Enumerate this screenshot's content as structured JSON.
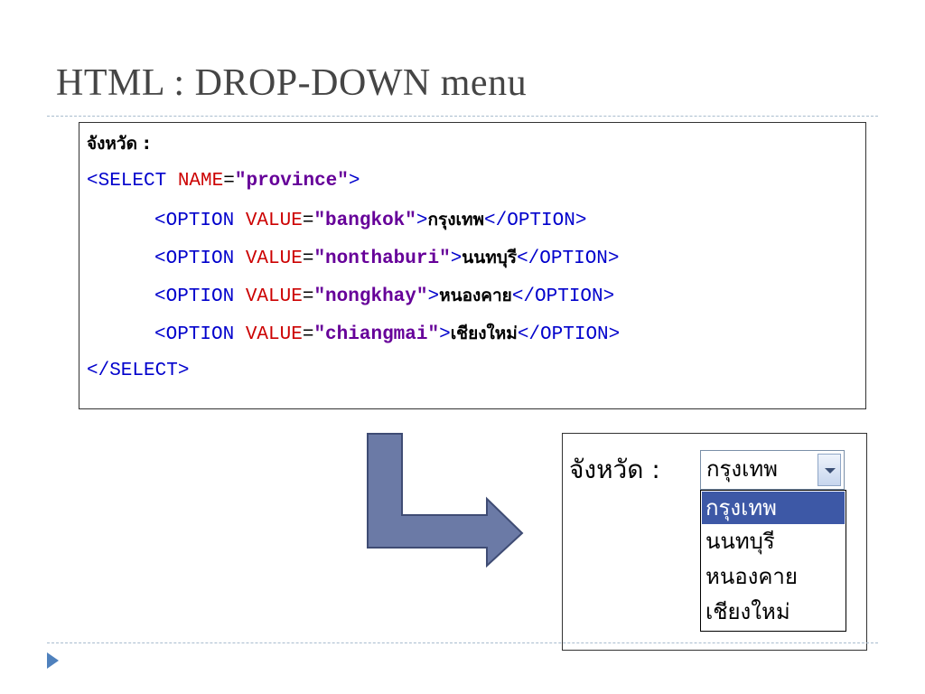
{
  "slide": {
    "title": "HTML : DROP-DOWN menu"
  },
  "code": {
    "label_line": "จังหวัด :",
    "select_open": {
      "tag": "<SELECT ",
      "attr": "NAME",
      "eq": "=",
      "value": "\"province\"",
      "close": ">"
    },
    "options": [
      {
        "tag": "<OPTION ",
        "attr": "VALUE",
        "eq": "=",
        "value": "\"bangkok\"",
        "gt": ">",
        "text": "กรุงเทพ",
        "close": "</OPTION>"
      },
      {
        "tag": "<OPTION ",
        "attr": "VALUE",
        "eq": "=",
        "value": "\"nonthaburi\"",
        "gt": ">",
        "text": "นนทบุรี",
        "close": "</OPTION>"
      },
      {
        "tag": "<OPTION ",
        "attr": "VALUE",
        "eq": "=",
        "value": "\"nongkhay\"",
        "gt": ">",
        "text": "หนองคาย",
        "close": "</OPTION>"
      },
      {
        "tag": "<OPTION ",
        "attr": "VALUE",
        "eq": "=",
        "value": "\"chiangmai\"",
        "gt": ">",
        "text": "เชียงใหม่",
        "close": "</OPTION>"
      }
    ],
    "select_close": "</SELECT>"
  },
  "preview": {
    "label": "จังหวัด :",
    "selected_value": "กรุงเทพ",
    "options": [
      "กรุงเทพ",
      "นนทบุรี",
      "หนองคาย",
      "เชียงใหม่"
    ],
    "highlighted_index": 0,
    "highlight_color": "#3d58a6"
  },
  "colors": {
    "arrow_fill": "#6b7aa6",
    "arrow_stroke": "#3f4c74",
    "tag_color": "#0000cc",
    "attr_color": "#cc0000",
    "value_color": "#660099",
    "bullet": "#4f81bd"
  },
  "icons": {
    "flow_arrow": "bent-arrow-right-icon",
    "dropdown": "chevron-down-icon",
    "bullet": "triangle-bullet-icon"
  }
}
